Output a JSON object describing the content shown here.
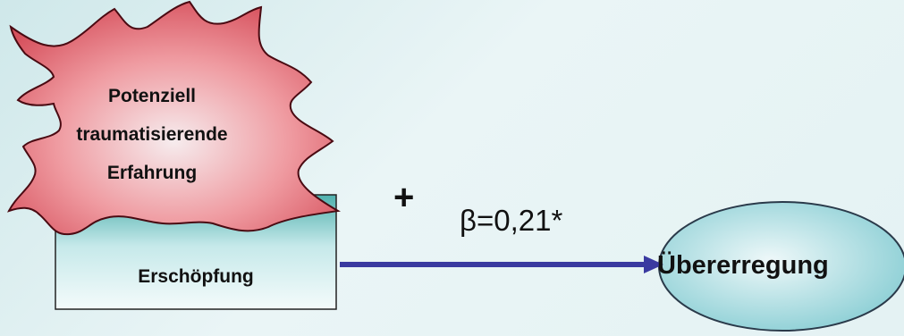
{
  "nodes": {
    "event": "Potenziell traumatisierende Erfahrung",
    "event_lines": [
      "Potenziell",
      "traumatisierende",
      "Erfahrung"
    ],
    "exhaustion": "Erschöpfung",
    "hyperarousal": "Übererregung"
  },
  "edge": {
    "sign": "+",
    "coefficient": "β=0,21*"
  },
  "colors": {
    "burst_fill": "#e56a73",
    "burst_stroke": "#5a0d16",
    "arrow": "#3a3aa0",
    "ellipse_fill": "#a9dbe0",
    "box_fill": "#b7e1e3"
  }
}
